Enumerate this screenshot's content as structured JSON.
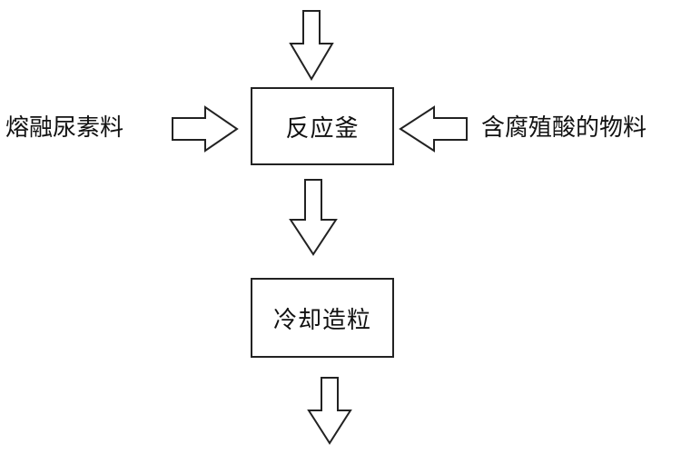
{
  "diagram": {
    "nodes": {
      "reactor": {
        "label": "反应釜"
      },
      "granulation": {
        "label": "冷却造粒"
      }
    },
    "inputs": {
      "left": {
        "label": "熔融尿素料"
      },
      "right": {
        "label": "含腐殖酸的物料"
      }
    },
    "edges": [
      {
        "from": "top-input",
        "to": "reactor",
        "direction": "down"
      },
      {
        "from": "left-input",
        "to": "reactor",
        "direction": "right"
      },
      {
        "from": "right-input",
        "to": "reactor",
        "direction": "left"
      },
      {
        "from": "reactor",
        "to": "granulation",
        "direction": "down"
      },
      {
        "from": "granulation",
        "to": "output",
        "direction": "down"
      }
    ],
    "colors": {
      "stroke": "#222222",
      "background": "#ffffff"
    }
  }
}
